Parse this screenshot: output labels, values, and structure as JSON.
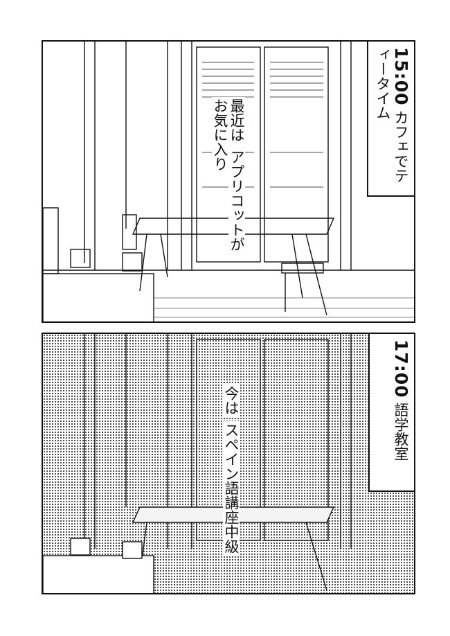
{
  "panels": [
    {
      "caption": {
        "time": "15:00",
        "text": "カフェでティータイム"
      },
      "speech": [
        "最近は",
        "アプリコットが",
        "お気に入り"
      ]
    },
    {
      "caption": {
        "time": "17:00",
        "text": "語学教室"
      },
      "speech": [
        "今は",
        "スペイン語講座中級"
      ]
    }
  ]
}
